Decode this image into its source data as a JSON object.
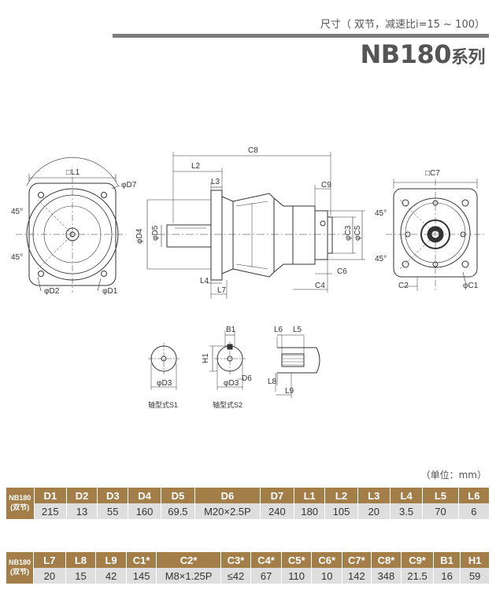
{
  "header": {
    "subtitle": "尺寸（ 双节，减速比i=15 ~ 100）",
    "model": "NB180",
    "series_suffix": "系列"
  },
  "drawing_labels": {
    "L1": "□L1",
    "D7": "φD7",
    "C7": "□C7",
    "deg45": "45°",
    "D2": "φD2",
    "D1": "φD1",
    "C8": "C8",
    "L2": "L2",
    "L3": "L3",
    "C9": "C9",
    "D4": "φD4",
    "D5": "φD5",
    "C3": "φC3",
    "C5": "φC5",
    "L4": "L4",
    "L7": "L7",
    "C4": "C4",
    "C6": "C6",
    "C2": "C2",
    "C1": "φC1",
    "B1": "B1",
    "H1": "H1",
    "D3": "φD3",
    "D6": "D6",
    "L6": "L6",
    "L5": "L5",
    "L8": "L8",
    "L9": "L9",
    "shaft_s1": "轴型式S1",
    "shaft_s2": "轴型式S2"
  },
  "unit_label": "（单位：mm）",
  "table1": {
    "model_line1": "NB180",
    "model_line2": "(双节)",
    "headers": [
      "D1",
      "D2",
      "D3",
      "D4",
      "D5",
      "D6",
      "D7",
      "L1",
      "L2",
      "L3",
      "L4",
      "L5",
      "L6"
    ],
    "values": [
      "215",
      "13",
      "55",
      "160",
      "69.5",
      "M20×2.5P",
      "240",
      "180",
      "105",
      "20",
      "3.5",
      "70",
      "6"
    ]
  },
  "table2": {
    "model_line1": "NB180",
    "model_line2": "(双节)",
    "headers": [
      "L7",
      "L8",
      "L9",
      "C1*",
      "C2*",
      "C3*",
      "C4*",
      "C5*",
      "C6*",
      "C7*",
      "C8*",
      "C9*",
      "B1",
      "H1"
    ],
    "values": [
      "20",
      "15",
      "42",
      "145",
      "M8×1.25P",
      "≤42",
      "67",
      "110",
      "10",
      "142",
      "348",
      "21.5",
      "16",
      "59"
    ]
  }
}
